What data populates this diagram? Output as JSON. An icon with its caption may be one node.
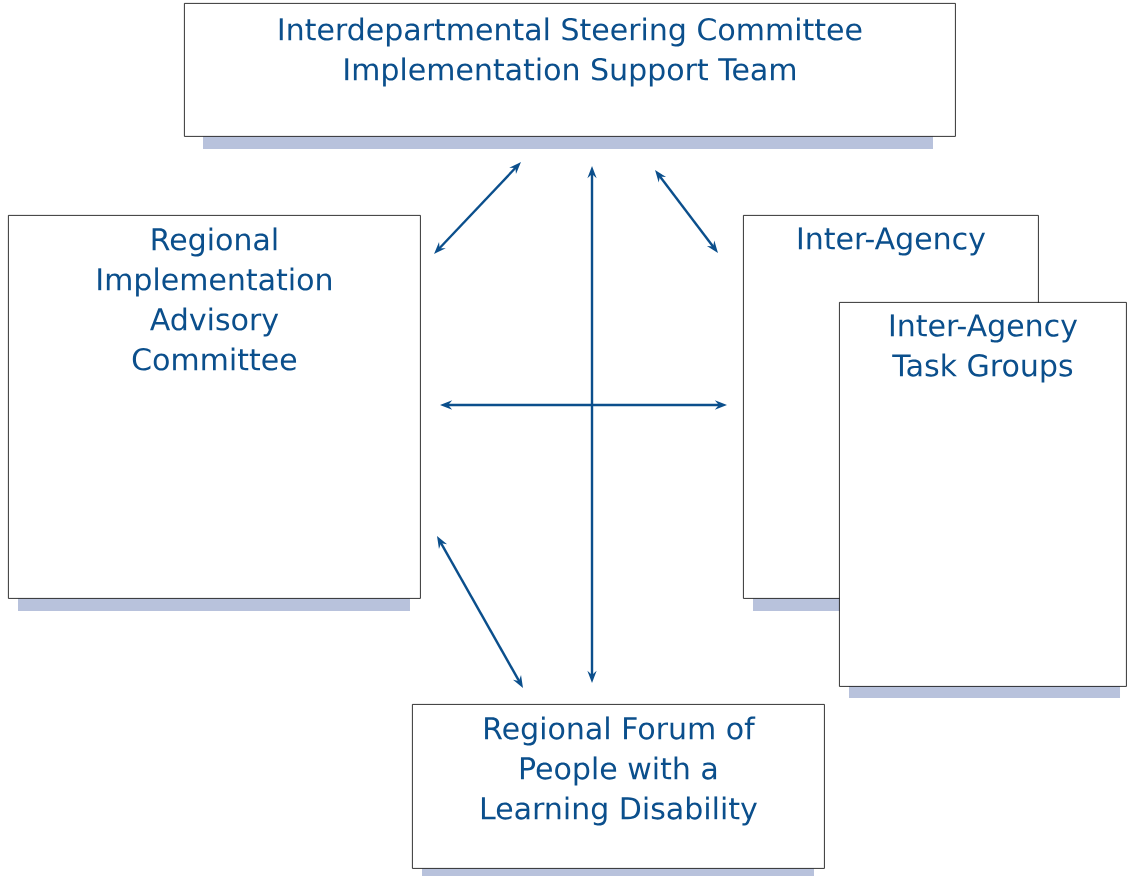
{
  "diagram": {
    "nodes": [
      {
        "text": [
          "Interdepartmental Steering Committee",
          "Implementation Support Team"
        ]
      },
      {
        "text": [
          "Regional Implementation Advisory Committee"
        ]
      },
      {
        "text": [
          "Inter-Agency"
        ]
      },
      {
        "text": [
          "Inter-Agency Task Groups"
        ]
      },
      {
        "text": [
          "Regional Forum of People with a Learning Disability"
        ]
      }
    ],
    "edges": [
      {
        "from": 1,
        "to": 0,
        "arrow": "both"
      },
      {
        "from": 0,
        "to": 2,
        "arrow": "both"
      },
      {
        "from": 0,
        "to": 4,
        "arrow": "both"
      },
      {
        "from": 1,
        "to": 2,
        "arrow": "both"
      },
      {
        "from": 1,
        "to": 4,
        "arrow": "both"
      }
    ]
  }
}
